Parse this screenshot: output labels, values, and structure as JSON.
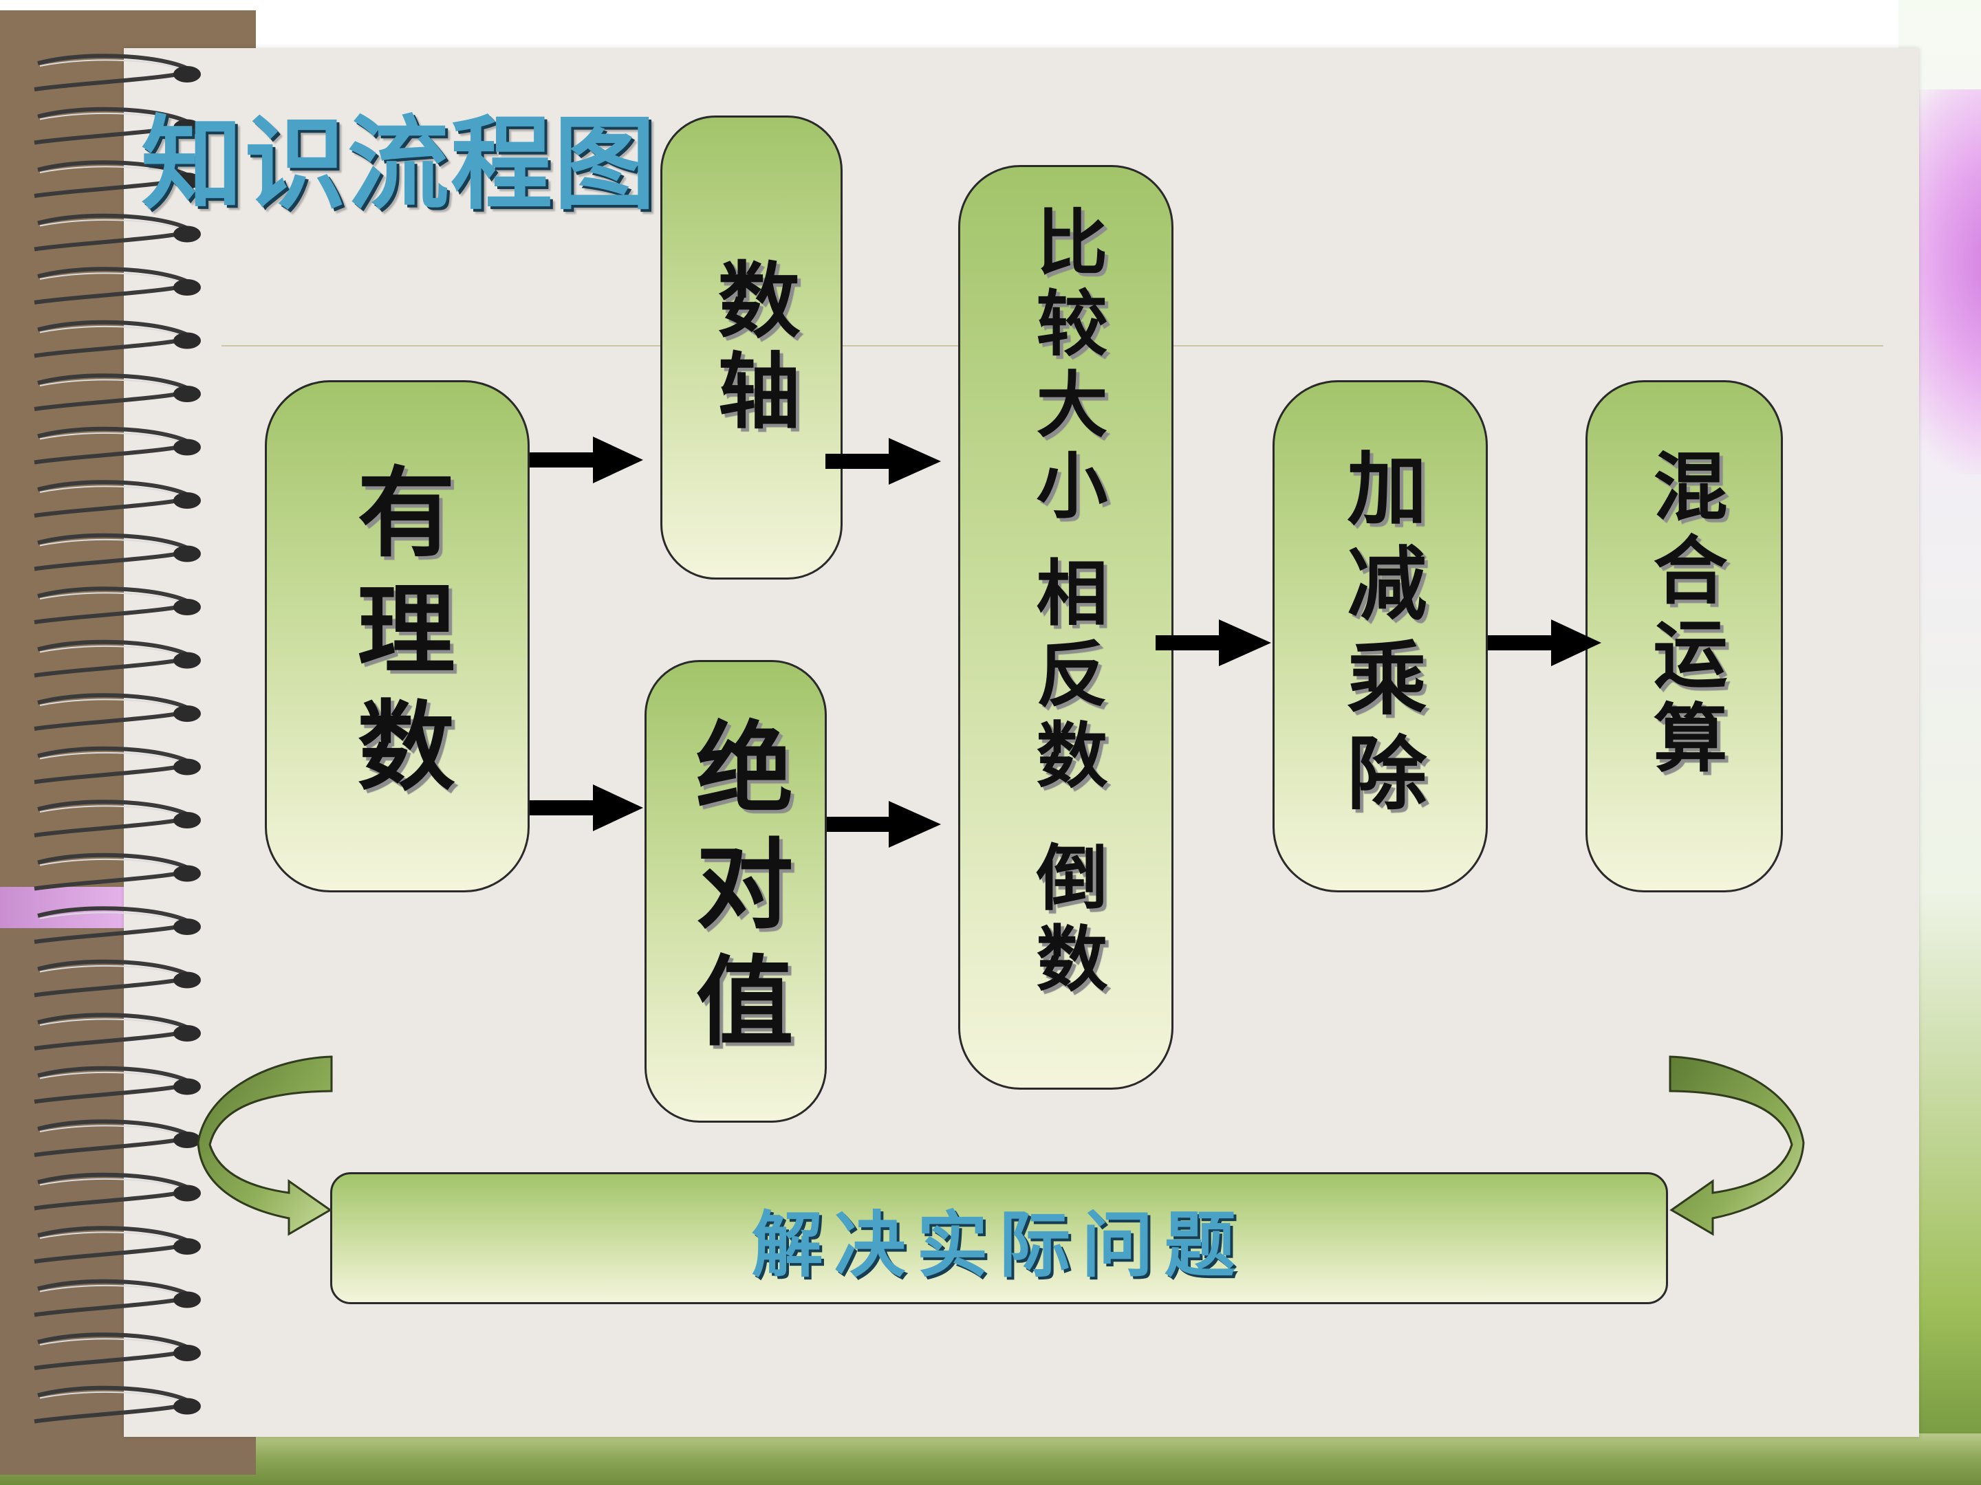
{
  "title": "知识流程图",
  "nodes": {
    "rational": "有理数",
    "number_line": "数轴",
    "absolute_value": "绝对值",
    "compare": "比较大小",
    "opposite": "相反数",
    "reciprocal": "倒数",
    "arithmetic": "加减乘除",
    "mixed": "混合运算"
  },
  "bottom_box": "解决实际问题",
  "colors": {
    "box_gradient_top": "#a2c46a",
    "box_gradient_bottom": "#f4f5dc",
    "title_blue": "#4aa3c6",
    "paper": "#ece8e4",
    "spine": "#8a7258"
  }
}
